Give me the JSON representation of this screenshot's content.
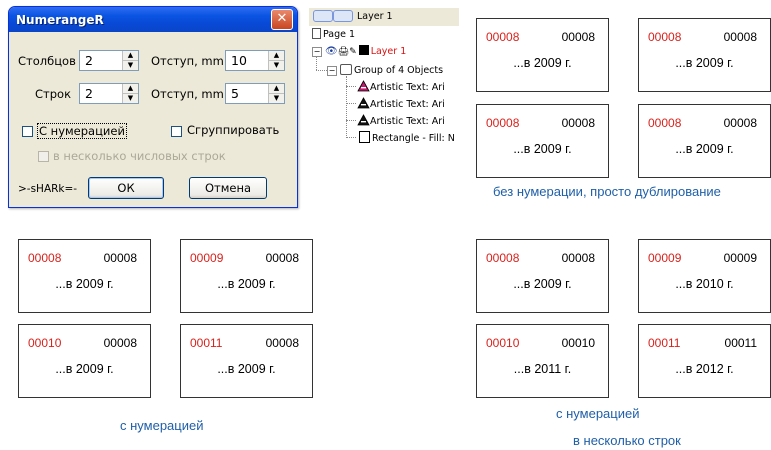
{
  "dialog": {
    "title": "NumerangeR",
    "close_glyph": "✕",
    "columns_label": "Столбцов",
    "columns_value": "2",
    "rows_label": "Строк",
    "rows_value": "2",
    "offset1_label": "Отступ, mm",
    "offset1_value": "10",
    "offset2_label": "Отступ, mm",
    "offset2_value": "5",
    "with_numbering_label": "С нумерацией",
    "group_label": "Сгруппировать",
    "multi_rows_label": "в несколько числовых строк",
    "author": ">-sHARk=-",
    "ok_label": "ОК",
    "cancel_label": "Отмена"
  },
  "tree": {
    "layer_top": "Layer 1",
    "page": "Page 1",
    "layer": "Layer 1",
    "group": "Group of 4 Objects",
    "items": [
      "Artistic Text: Ari",
      "Artistic Text: Ari",
      "Artistic Text: Ari",
      "Rectangle - Fill: N"
    ]
  },
  "cards_dup": [
    {
      "red": "00008",
      "black": "00008",
      "year": "...в 2009 г."
    },
    {
      "red": "00008",
      "black": "00008",
      "year": "...в 2009 г."
    },
    {
      "red": "00008",
      "black": "00008",
      "year": "...в 2009 г."
    },
    {
      "red": "00008",
      "black": "00008",
      "year": "...в 2009 г."
    }
  ],
  "cards_num": [
    {
      "red": "00008",
      "black": "00008",
      "year": "...в 2009 г."
    },
    {
      "red": "00009",
      "black": "00008",
      "year": "...в 2009 г."
    },
    {
      "red": "00010",
      "black": "00008",
      "year": "...в 2009 г."
    },
    {
      "red": "00011",
      "black": "00008",
      "year": "...в 2009 г."
    }
  ],
  "cards_multi": [
    {
      "red": "00008",
      "black": "00008",
      "year": "...в 2009 г."
    },
    {
      "red": "00009",
      "black": "00009",
      "year": "...в 2010 г."
    },
    {
      "red": "00010",
      "black": "00010",
      "year": "...в 2011 г."
    },
    {
      "red": "00011",
      "black": "00011",
      "year": "...в 2012 г."
    }
  ],
  "captions": {
    "dup": "без нумерации, просто дублирование",
    "num": "с нумерацией",
    "multi1": "с нумерацией",
    "multi2": "в несколько строк"
  },
  "colors": {
    "accent_red": "#d9221c",
    "caption_blue": "#1f5fa8",
    "xp_title": "#0a54e3"
  }
}
